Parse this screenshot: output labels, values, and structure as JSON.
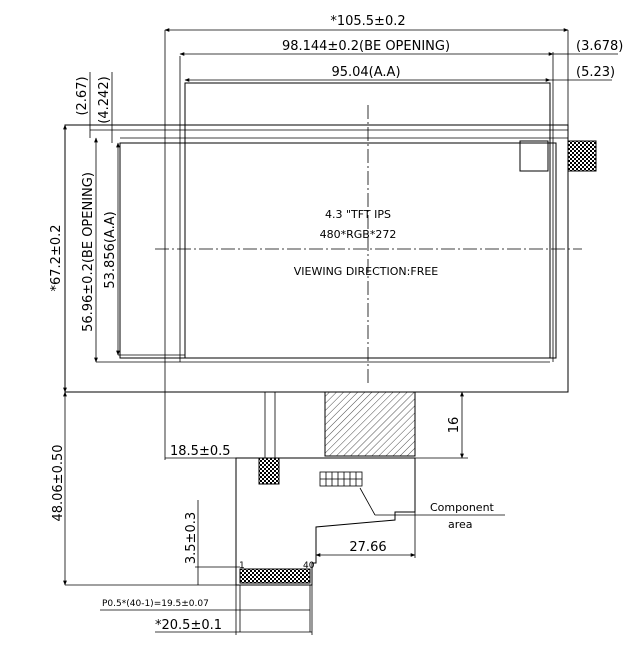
{
  "drawing": {
    "dimensions": {
      "outline_width": "*105.5±0.2",
      "be_opening_width": "98.144±0.2(BE OPENING)",
      "be_offset_right": "(3.678)",
      "aa_width": "95.04(A.A)",
      "aa_offset_right": "(5.23)",
      "top_offset_1": "(2.67)",
      "top_offset_2": "(4.242)",
      "outline_height": "*67.2±0.2",
      "be_opening_height": "56.96±0.2(BE OPENING)",
      "aa_height": "53.856(A.A)",
      "fpc_offset": "18.5±0.5",
      "fpc_tail_height": "48.06±0.50",
      "stiffener_height": "3.5±0.3",
      "shoulder_width": "27.66",
      "chip_height": "16",
      "pitch": "P0.5*(40-1)=19.5±0.07",
      "connector_width": "*20.5±0.1"
    },
    "panel_text": {
      "line1": "4.3  \"TFT  IPS",
      "line2": "480*RGB*272",
      "line3": "VIEWING DIRECTION:FREE"
    },
    "component_label": {
      "line1": "Component",
      "line2": "area"
    },
    "pin_labels": {
      "first": "1",
      "last": "40"
    }
  }
}
